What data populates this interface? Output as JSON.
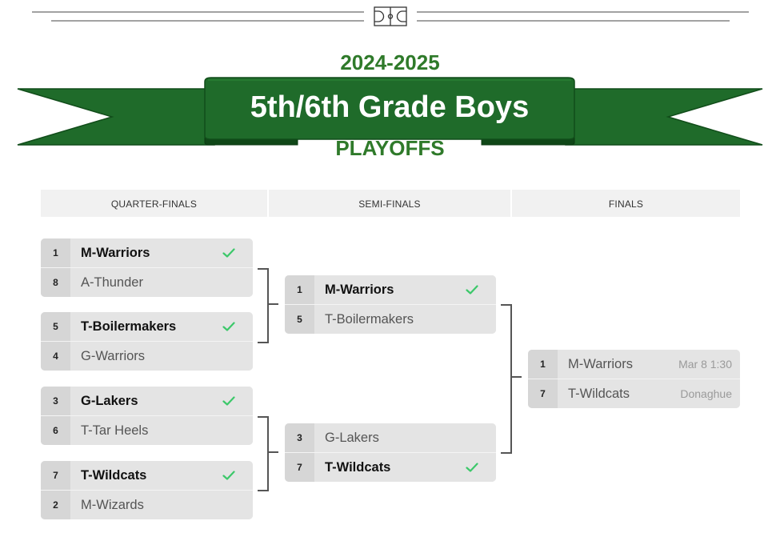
{
  "header": {
    "season": "2024-2025",
    "title": "5th/6th Grade Boys",
    "subtitle": "PLAYOFFS"
  },
  "colors": {
    "brand_green": "#1f6b2a",
    "title_green": "#2f7a2a",
    "win_check": "#3cc86a"
  },
  "icons": {
    "ornament": "basketball-court-icon",
    "winner": "checkmark-icon"
  },
  "rounds": [
    "QUARTER-FINALS",
    "SEMI-FINALS",
    "FINALS"
  ],
  "quarterfinals": [
    {
      "top": {
        "seed": "1",
        "name": "M-Warriors",
        "winner": true
      },
      "bottom": {
        "seed": "8",
        "name": "A-Thunder",
        "winner": false
      }
    },
    {
      "top": {
        "seed": "5",
        "name": "T-Boilermakers",
        "winner": true
      },
      "bottom": {
        "seed": "4",
        "name": "G-Warriors",
        "winner": false
      }
    },
    {
      "top": {
        "seed": "3",
        "name": "G-Lakers",
        "winner": true
      },
      "bottom": {
        "seed": "6",
        "name": "T-Tar Heels",
        "winner": false
      }
    },
    {
      "top": {
        "seed": "7",
        "name": "T-Wildcats",
        "winner": true
      },
      "bottom": {
        "seed": "2",
        "name": "M-Wizards",
        "winner": false
      }
    }
  ],
  "semifinals": [
    {
      "top": {
        "seed": "1",
        "name": "M-Warriors",
        "winner": true
      },
      "bottom": {
        "seed": "5",
        "name": "T-Boilermakers",
        "winner": false
      }
    },
    {
      "top": {
        "seed": "3",
        "name": "G-Lakers",
        "winner": false
      },
      "bottom": {
        "seed": "7",
        "name": "T-Wildcats",
        "winner": true
      }
    }
  ],
  "finals": {
    "top": {
      "seed": "1",
      "name": "M-Warriors",
      "info": "Mar 8 1:30"
    },
    "bottom": {
      "seed": "7",
      "name": "T-Wildcats",
      "info": "Donaghue"
    }
  }
}
